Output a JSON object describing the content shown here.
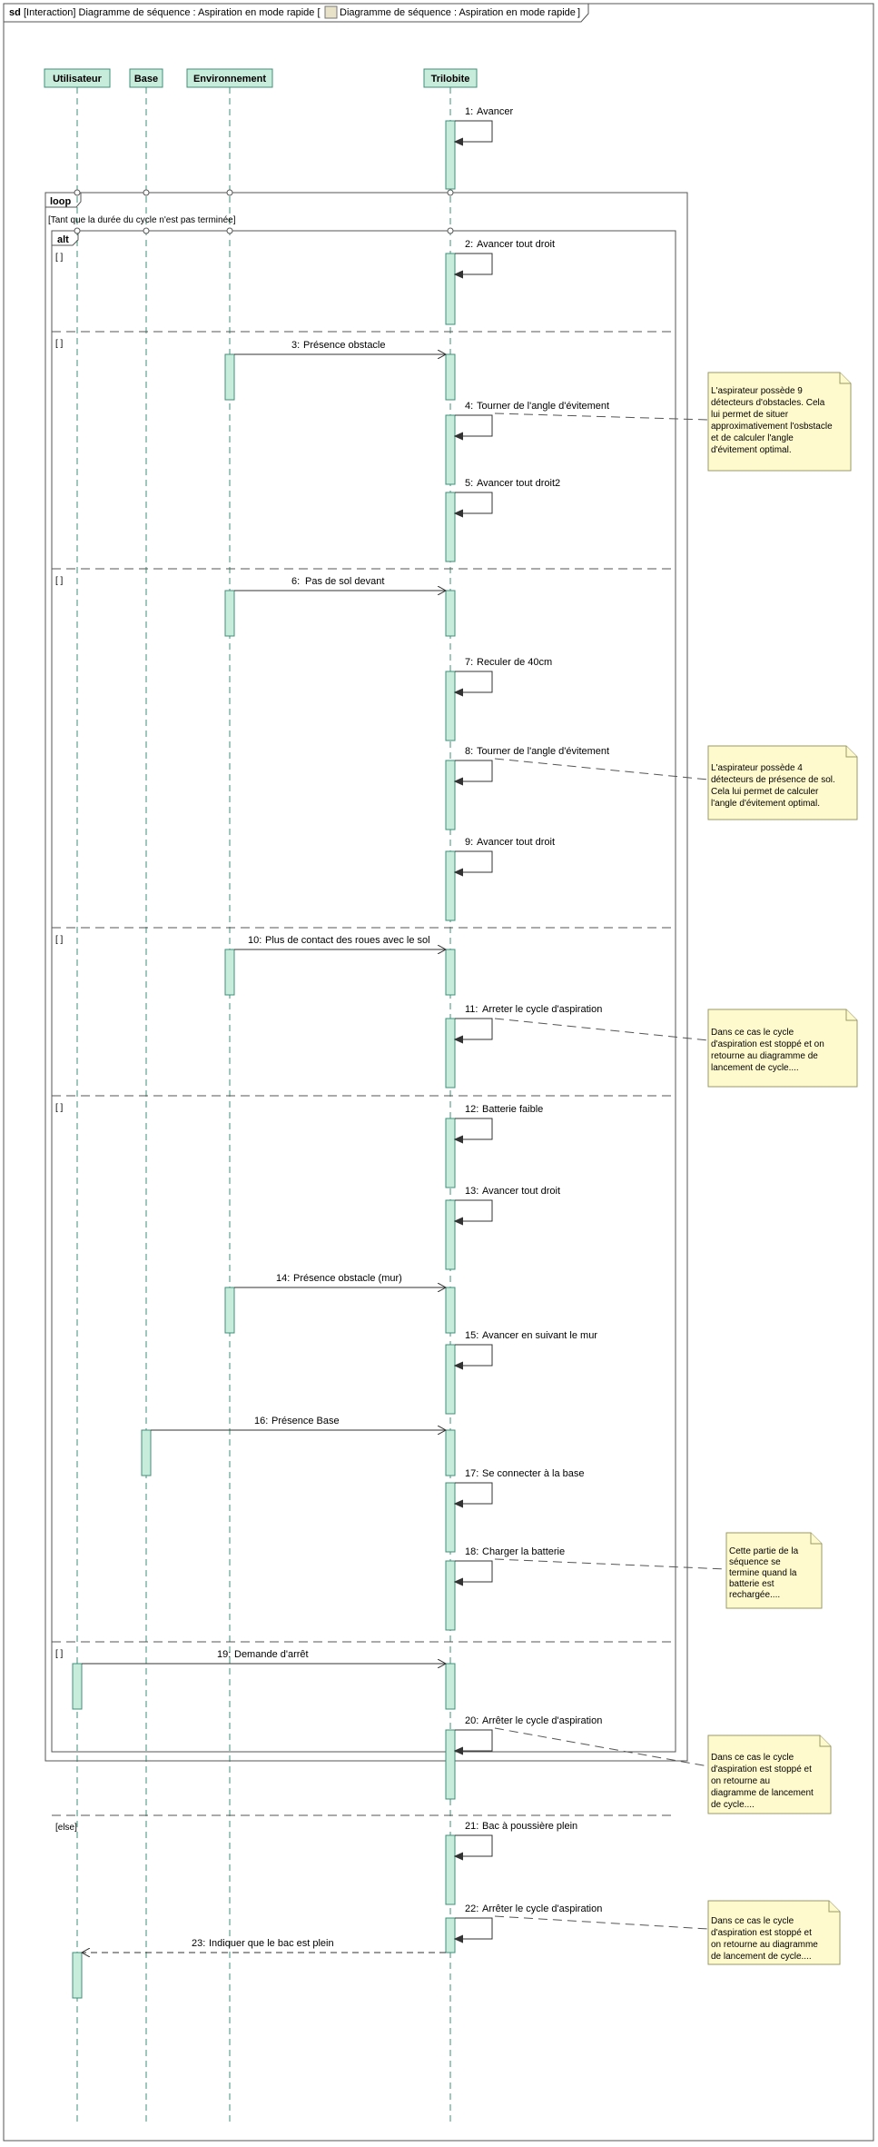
{
  "frame": {
    "keyword": "sd",
    "title": "[Interaction] Diagramme de séquence : Aspiration en mode rapide [",
    "link": "Diagramme de séquence : Aspiration en mode rapide",
    "close": "]"
  },
  "lifelines": [
    {
      "name": "Utilisateur"
    },
    {
      "name": "Base"
    },
    {
      "name": "Environnement"
    },
    {
      "name": "Trilobite"
    }
  ],
  "loop": {
    "keyword": "loop",
    "guard": "[Tant que la durée du cycle n'est pas terminée]"
  },
  "alt": {
    "keyword": "alt",
    "guards": [
      "[ ]",
      "[ ]",
      "[ ]",
      "[ ]",
      "[ ]",
      "[ ]",
      "[else]"
    ]
  },
  "messages": [
    {
      "num": "1:",
      "label": "Avancer"
    },
    {
      "num": "2:",
      "label": "Avancer tout droit"
    },
    {
      "num": "3:",
      "label": "Présence obstacle"
    },
    {
      "num": "4:",
      "label": "Tourner de l'angle d'évitement"
    },
    {
      "num": "5:",
      "label": "Avancer tout droit2"
    },
    {
      "num": "6:",
      "label": "Pas de sol devant"
    },
    {
      "num": "7:",
      "label": "Reculer de 40cm"
    },
    {
      "num": "8:",
      "label": "Tourner de l'angle d'évitement"
    },
    {
      "num": "9:",
      "label": "Avancer tout droit"
    },
    {
      "num": "10:",
      "label": "Plus de contact des roues avec le sol"
    },
    {
      "num": "11:",
      "label": "Arreter le cycle d'aspiration"
    },
    {
      "num": "12:",
      "label": "Batterie faible"
    },
    {
      "num": "13:",
      "label": "Avancer tout droit"
    },
    {
      "num": "14:",
      "label": "Présence obstacle (mur)"
    },
    {
      "num": "15:",
      "label": "Avancer en suivant le mur"
    },
    {
      "num": "16:",
      "label": "Présence Base"
    },
    {
      "num": "17:",
      "label": "Se connecter à la base"
    },
    {
      "num": "18:",
      "label": "Charger la batterie"
    },
    {
      "num": "19:",
      "label": "Demande d'arrêt"
    },
    {
      "num": "20:",
      "label": "Arrêter le cycle d'aspiration"
    },
    {
      "num": "21:",
      "label": "Bac à poussière plein"
    },
    {
      "num": "22:",
      "label": "Arrêter le cycle d'aspiration"
    },
    {
      "num": "23:",
      "label": "Indiquer que le bac est plein"
    }
  ],
  "notes": [
    {
      "lines": [
        "L'aspirateur possède 9",
        "détecteurs d'obstacles. Cela",
        "lui permet de situer",
        "approximativement l'osbstacle",
        "et de calculer l'angle",
        "d'évitement optimal."
      ]
    },
    {
      "lines": [
        "L'aspirateur possède 4",
        "détecteurs de présence de sol.",
        "Cela lui permet de calculer",
        "l'angle d'évitement optimal."
      ]
    },
    {
      "lines": [
        "Dans ce cas le cycle",
        "d'aspiration est stoppé et on",
        "retourne au diagramme de",
        "lancement de cycle...."
      ]
    },
    {
      "lines": [
        "Cette partie de la",
        "séquence se",
        "termine quand la",
        "batterie est",
        "rechargée...."
      ]
    },
    {
      "lines": [
        "Dans ce cas le cycle",
        "d'aspiration est stoppé et",
        "on retourne au",
        "diagramme de lancement",
        "de cycle...."
      ]
    },
    {
      "lines": [
        "Dans ce cas le cycle",
        "d'aspiration est stoppé et",
        "on retourne au diagramme",
        "de lancement de cycle...."
      ]
    }
  ]
}
